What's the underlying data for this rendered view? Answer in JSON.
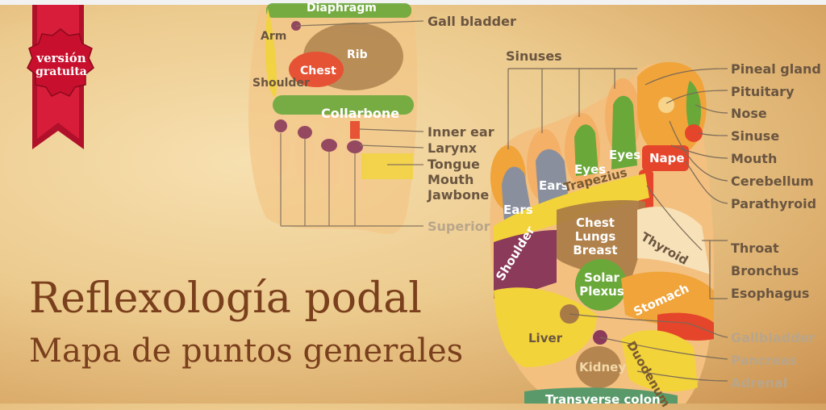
{
  "badge": {
    "line1": "versión",
    "line2": "gratuita"
  },
  "title": "Reflexología podal",
  "subtitle": "Mapa de puntos generales",
  "left_foot": {
    "labels": {
      "diaphragm": "Diaphragm",
      "gall_bladder": "Gall bladder",
      "arm": "Arm",
      "rib": "Rib",
      "chest": "Chest",
      "shoulder": "Shoulder",
      "collarbone": "Collarbone",
      "inner_ear": "Inner ear",
      "larynx": "Larynx",
      "tongue": "Tongue",
      "mouth": "Mouth",
      "jawbone": "Jawbone",
      "superior": "Superior"
    }
  },
  "right_foot": {
    "labels": {
      "sinuses": "Sinuses",
      "pineal_gland": "Pineal gland",
      "pituitary": "Pituitary",
      "nose": "Nose",
      "sinuse": "Sinuse",
      "mouth": "Mouth",
      "cerebellum": "Cerebellum",
      "parathyroid": "Parathyroid",
      "throat": "Throat",
      "bronchus": "Bronchus",
      "esophagus": "Esophagus",
      "gallbladder": "Gallbladder",
      "pancreas": "Pancreas",
      "adrenal": "Adrenal"
    },
    "zones": {
      "eyes1": "Eyes",
      "eyes2": "Eyes",
      "ears1": "Ears",
      "ears2": "Ears",
      "nape": "Nape",
      "trapezius": "Trapezius",
      "chest_line1": "Chest",
      "chest_line2": "Lungs",
      "chest_line3": "Breast",
      "shoulder": "Shoulder",
      "thyroid": "Thyroid",
      "solar1": "Solar",
      "solar2": "Plexus",
      "stomach": "Stomach",
      "liver": "Liver",
      "kidney": "Kidney",
      "duodenum": "Duodenum",
      "transverse_colon": "Transverse colon"
    }
  },
  "colors": {
    "title": "#7a3f1c",
    "ribbon": "#c8102e",
    "green": "#6aa83a",
    "red": "#e5452a",
    "yellow": "#f2d33a",
    "orange": "#f0a43a",
    "purple": "#8b3a5a",
    "gray_blue": "#8a8f9e",
    "brown": "#a87a45"
  }
}
